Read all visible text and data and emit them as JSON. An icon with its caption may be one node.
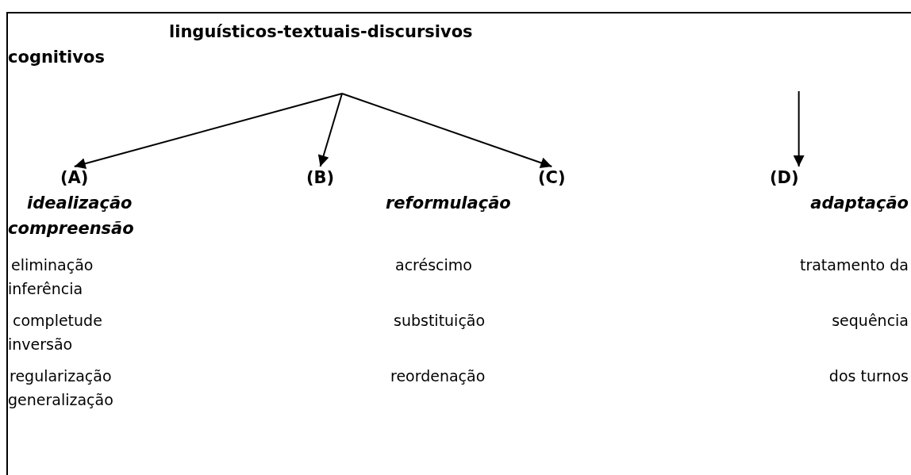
{
  "diagram": {
    "nodes": [
      {
        "text": [
          "linguísticos-textuais-discursivos"
        ]
      },
      {
        "text": [
          "(A)"
        ]
      },
      {
        "text": [
          "(B)"
        ]
      },
      {
        "text": [
          "(C)"
        ]
      },
      {
        "text": [
          "(D)"
        ]
      }
    ],
    "edges": [
      {
        "from": 0,
        "to": 1,
        "arrow": "to"
      },
      {
        "from": 0,
        "to": 2,
        "arrow": "to"
      },
      {
        "from": 0,
        "to": 3,
        "arrow": "to"
      },
      {
        "from": null,
        "to": 4,
        "arrow": "to"
      }
    ],
    "labels": [
      "cognitivos",
      "idealização",
      "reformulação",
      "adaptação",
      "compreensão",
      "eliminação",
      "acréscimo",
      "tratamento da",
      "inferência",
      "completude",
      "substituição",
      "sequência",
      "inversão",
      "regularização",
      "reordenação",
      "dos turnos",
      "generalização"
    ]
  }
}
